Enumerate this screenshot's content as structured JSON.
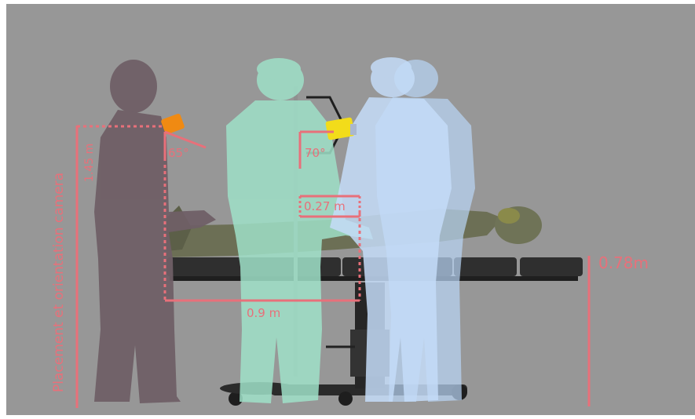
{
  "title": "Placement et orientation camera",
  "labels": {
    "height_left": "1.45 m",
    "angle_left": "65°",
    "angle_right": "70°",
    "offset": "0.27 m",
    "distance": "0.9 m",
    "table_height": "0.78m"
  },
  "colors": {
    "background": "#979797",
    "measure": "#e8707a",
    "figure_left": "#6f5f66",
    "figure_middle": "#9fe0c8",
    "figure_right": "#b9d6f7",
    "camera_left": "#f08a12",
    "camera_right": "#f2dc1a",
    "table": "#2b2b2b",
    "patient": "#6f7357"
  }
}
